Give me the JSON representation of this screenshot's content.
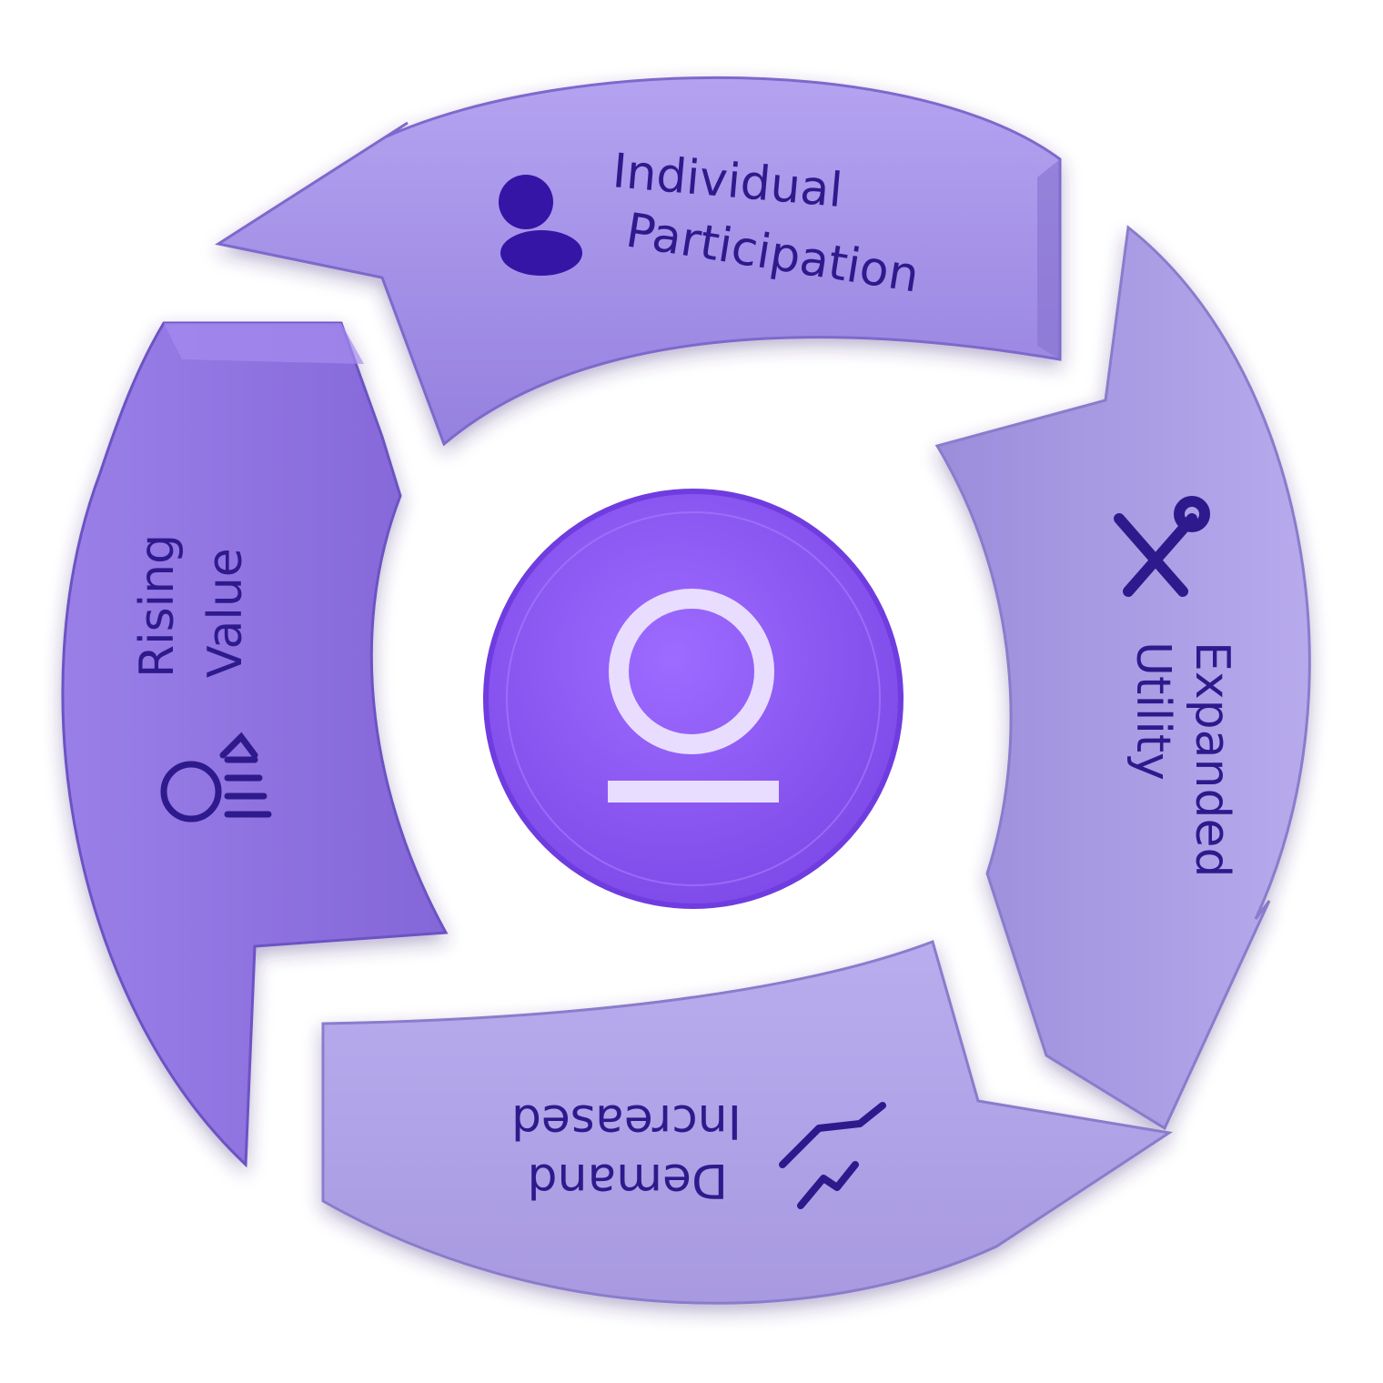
{
  "segments": [
    {
      "id": "top",
      "line1": "Individual",
      "line2": "Participation",
      "icon": "person-icon"
    },
    {
      "id": "right",
      "line1": "Expanded",
      "line2": "Utility",
      "icon": "tools-icon"
    },
    {
      "id": "bottom",
      "line1": "Increased",
      "line2": "Demand",
      "icon": "hand-demand-icon"
    },
    {
      "id": "left",
      "line1": "Rising",
      "line2": "Value",
      "icon": "rising-coins-icon"
    }
  ],
  "center": {
    "icon": "token-logo-icon"
  },
  "colors": {
    "text": "#2e1a8c",
    "arrow_top": "#a18ee6",
    "arrow_right": "#aa9be6",
    "arrow_bottom": "#a798e4",
    "arrow_left": "#8f73e0",
    "coin": "#8b5cf6",
    "coin_ring": "#e6dcff"
  }
}
